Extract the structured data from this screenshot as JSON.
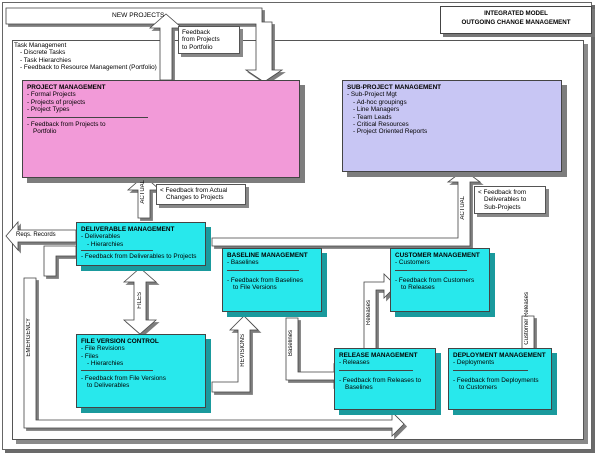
{
  "title": {
    "line1": "INTEGRATED MODEL",
    "line2": "OUTGOING CHANGE MANAGEMENT"
  },
  "new_projects_label": "NEW PROJECTS",
  "feedback_top": [
    "Feedback",
    "from Projects",
    "to Portfolio"
  ],
  "task_management": {
    "heading": "Task Management",
    "items": [
      "Discrete Tasks",
      "Task Hierarchies",
      "Feedback to Resource Management (Portfolio)"
    ]
  },
  "project_management": {
    "heading": "PROJECT MANAGEMENT",
    "items": [
      "Formal Projects",
      "Projects of projects",
      "Project Types"
    ],
    "feedback": [
      "Feedback from Projects to",
      "Portfolio"
    ]
  },
  "sub_project_management": {
    "heading": "SUB-PROJECT MANAGEMENT",
    "items": [
      "Sub-Project Mgt"
    ],
    "sub_items": [
      "Ad-hoc groupings",
      "Line Managers",
      "Team Leads",
      "Critical Resources",
      "Project Oriented Reports"
    ]
  },
  "actual_label": "ACTUAL",
  "feedback_actual": [
    "Feedback from Actual",
    "Changes to Projects"
  ],
  "feedback_deliverables_sub": [
    "Feedback from",
    "Deliverables to",
    "Sub-Projects"
  ],
  "reqs_records_label": "Reqs. Records",
  "deliverable_management": {
    "heading": "DELIVERABLE MANAGEMENT",
    "items": [
      "Deliverables"
    ],
    "sub_items": [
      "Hierarchies"
    ],
    "feedback": "Feedback from Deliverables to Projects"
  },
  "baseline_management": {
    "heading": "BASELINE MANAGEMENT",
    "items": [
      "Baselines"
    ],
    "feedback": [
      "Feedback from Baselines",
      "to File Versions"
    ]
  },
  "customer_management": {
    "heading": "CUSTOMER MANAGEMENT",
    "items": [
      "Customers"
    ],
    "feedback": [
      "Feedback from Customers",
      "to Releases"
    ]
  },
  "file_version_control": {
    "heading": "FILE VERSION CONTROL",
    "items": [
      "File Revisions",
      "Files"
    ],
    "sub_items": [
      "Hierarchies"
    ],
    "feedback": [
      "Feedback from File Versions",
      "to Deliverables"
    ]
  },
  "release_management": {
    "heading": "RELEASE MANAGEMENT",
    "items": [
      "Releases"
    ],
    "feedback": [
      "Feedback from Releases to",
      "Baselines"
    ]
  },
  "deployment_management": {
    "heading": "DEPLOYMENT MANAGEMENT",
    "items": [
      "Deployments"
    ],
    "feedback": [
      "Feedback from Deployments",
      "to Customers"
    ]
  },
  "labels": {
    "files": "FILES",
    "revisions": "REVISIONS",
    "baselines": "Baselines",
    "releases": "Releases",
    "customer_releases": "Customer Releases",
    "emergency": "EMERGENCY"
  },
  "colors": {
    "pink": "#f29ad8",
    "lavender": "#c8c6f4",
    "cyan": "#28e8ec",
    "arrow_fill": "#ffffff",
    "arrow_shadow": "#7d7d7d"
  }
}
